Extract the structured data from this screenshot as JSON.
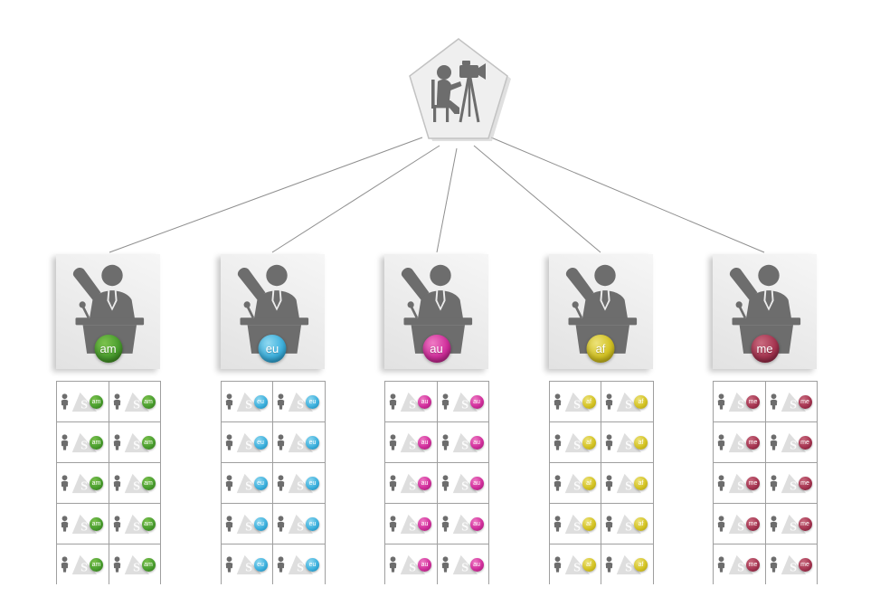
{
  "canvas": {
    "background": "#ffffff",
    "line_color": "#8f8f8f",
    "icon_color": "#6d6d6d",
    "frame_line_color": "#9f9f9f"
  },
  "icons": {
    "source": "camera-operator-icon",
    "region": "speaker-podium-icon",
    "viewer": "audience-person-icon",
    "screen": "projection-triangle-icon"
  },
  "viewer": {
    "rows_per_region": 5,
    "viewers_per_row": 2,
    "triangle_letter": "S"
  },
  "regions": [
    {
      "code": "am",
      "color": "#4a9e2f",
      "color_light": "#7cc24d",
      "color_dark": "#2d6e12",
      "viewer_count": 10
    },
    {
      "code": "eu",
      "color": "#3eb1de",
      "color_light": "#8fd8f0",
      "color_dark": "#1580ad",
      "viewer_count": 10
    },
    {
      "code": "au",
      "color": "#d12f9c",
      "color_light": "#ef7ac4",
      "color_dark": "#97186c",
      "viewer_count": 10
    },
    {
      "code": "af",
      "color": "#d4c324",
      "color_light": "#ece27a",
      "color_dark": "#a89a0e",
      "viewer_count": 10
    },
    {
      "code": "me",
      "color": "#a63551",
      "color_light": "#c96a7e",
      "color_dark": "#6e1830",
      "viewer_count": 10
    }
  ]
}
